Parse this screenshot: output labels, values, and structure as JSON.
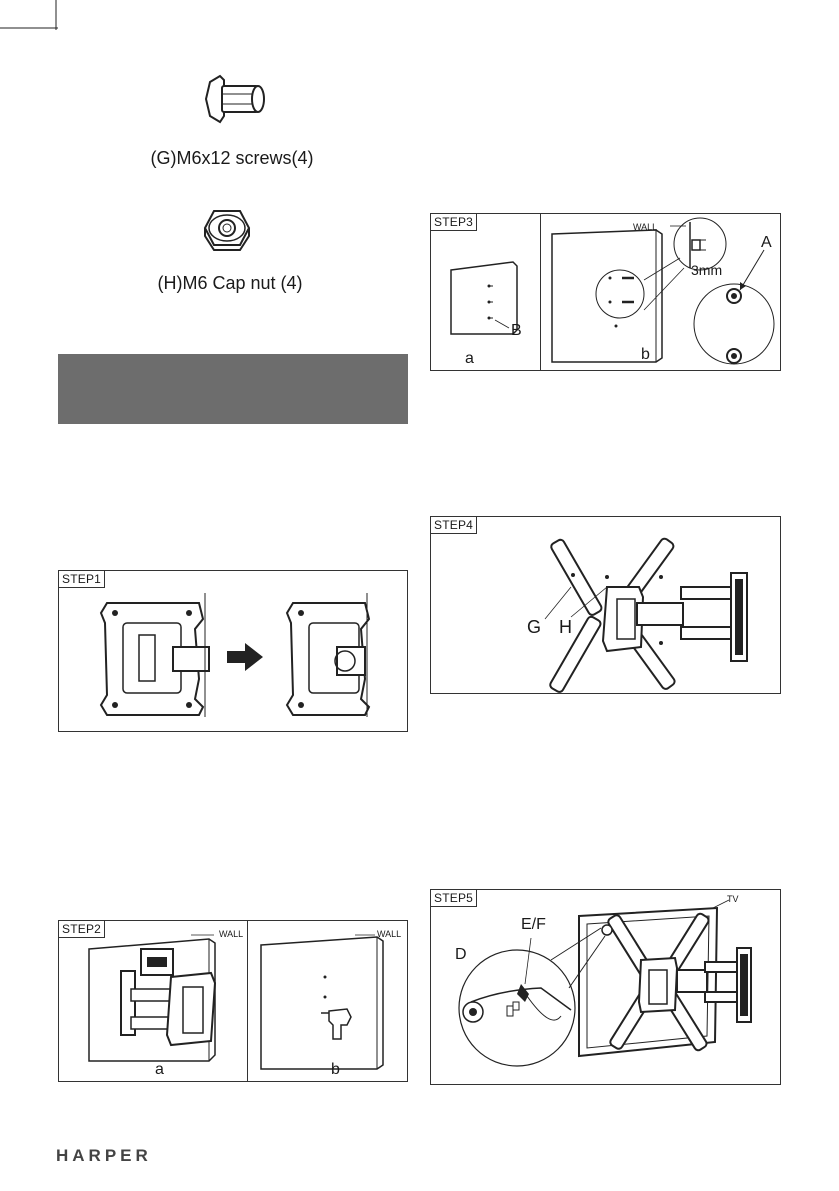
{
  "parts": [
    {
      "caption": "(G)M6x12 screws(4)",
      "icon": "screw-icon"
    },
    {
      "caption": "(H)M6 Cap nut (4)",
      "icon": "cap-nut-icon"
    }
  ],
  "steps": {
    "step1": {
      "tag": "STEP1"
    },
    "step2": {
      "tag": "STEP2",
      "wall_a": "WALL",
      "wall_b": "WALL",
      "label_a": "a",
      "label_b": "b"
    },
    "step3": {
      "tag": "STEP3",
      "wall": "WALL",
      "label_a": "a",
      "label_b": "b",
      "label_A": "A",
      "label_B": "B",
      "gap": "3mm"
    },
    "step4": {
      "tag": "STEP4",
      "label_G": "G",
      "label_H": "H"
    },
    "step5": {
      "tag": "STEP5",
      "tv": "TV",
      "label_D": "D",
      "label_EF": "E/F"
    }
  },
  "footer": {
    "brand": "HARPER"
  },
  "colors": {
    "band": "#6d6d6d",
    "ink": "#1a1a1a"
  }
}
